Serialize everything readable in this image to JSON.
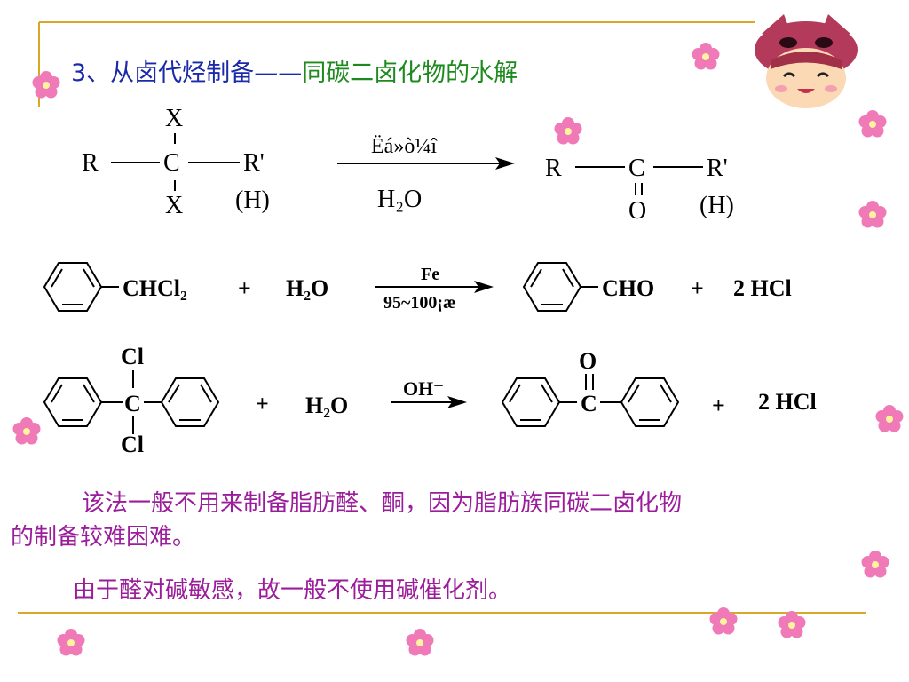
{
  "title": {
    "prefix": "3、从卤代烃制备",
    "dash": "——",
    "suffix": "同碳二卤化物的水解"
  },
  "reaction1": {
    "left": {
      "r": "R",
      "c": "C",
      "r2": "R'",
      "x_top": "X",
      "x_bottom": "X",
      "h": "(H)"
    },
    "arrow_above": "Ëá»ò¼î",
    "arrow_below": "H₂O",
    "right": {
      "r": "R",
      "c": "C",
      "r2": "R'",
      "o": "O",
      "h": "(H)"
    }
  },
  "reaction2": {
    "reactant": "CHCl₂",
    "plus1": "+",
    "water": "H₂O",
    "arrow_above": "Fe",
    "arrow_below": "95~100¡æ",
    "product": "CHO",
    "plus2": "+",
    "hcl": "2  HCl"
  },
  "reaction3": {
    "cl_top": "Cl",
    "c": "C",
    "cl_bottom": "Cl",
    "plus1": "+",
    "water": "H₂O",
    "arrow_above": "OH⁻",
    "o": "O",
    "c2": "C",
    "plus2": "+",
    "hcl": "2  HCl"
  },
  "paragraphs": {
    "p1_line1": "该法一般不用来制备脂肪醛、酮，因为脂肪族同碳二卤化物",
    "p1_line2": "的制备较难困难。",
    "p2": "由于醛对碱敏感，故一般不使用碱催化剂。"
  },
  "colors": {
    "frame": "#d9a826",
    "title_blue": "#1a2aa8",
    "title_green": "#1e8a1e",
    "text_purple": "#9b1d9b",
    "flower": "#f07ab8"
  }
}
